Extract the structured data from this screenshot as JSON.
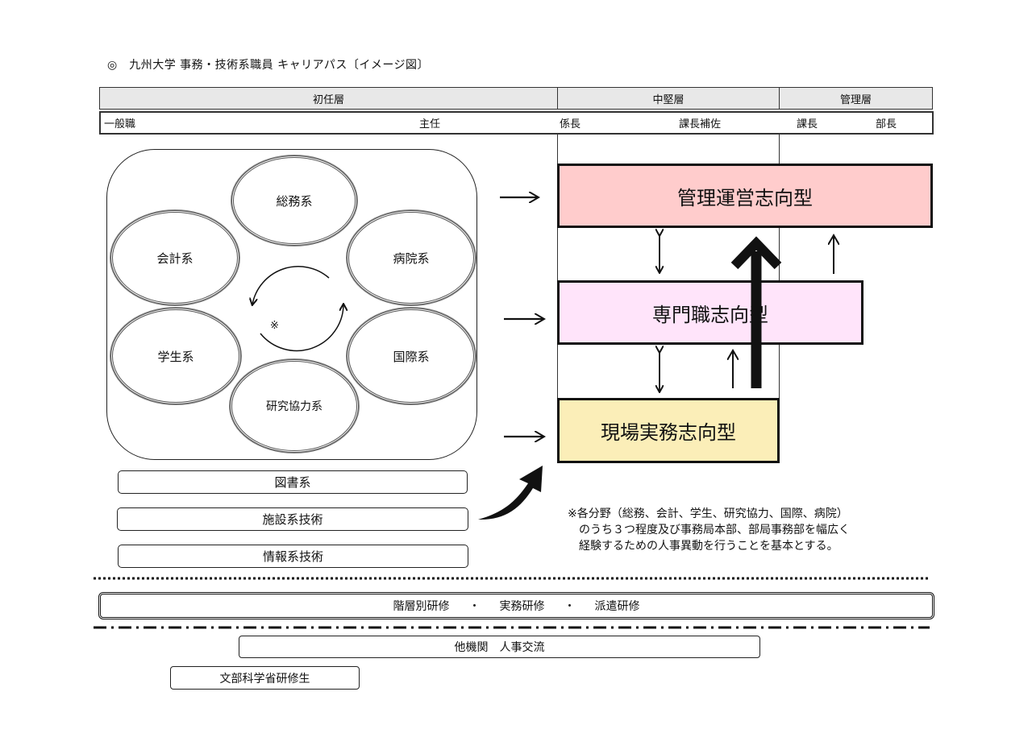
{
  "title": "◎　九州大学 事務・技術系職員 キャリアパス〔イメージ図〕",
  "levels": {
    "entry": "初任層",
    "middle": "中堅層",
    "management": "管理層"
  },
  "positions": [
    "一般職",
    "主任",
    "係長",
    "課長補佐",
    "課長",
    "部長"
  ],
  "fields": {
    "general_affairs": "総務系",
    "hospital": "病院系",
    "international": "国際系",
    "research": "研究協力系",
    "student": "学生系",
    "accounting": "会計系",
    "rotation_mark": "※"
  },
  "specialized_fields": [
    "図書系",
    "施設系技術",
    "情報系技術"
  ],
  "orientations": {
    "management": "管理運営志向型",
    "specialist": "専門職志向型",
    "field": "現場実務志向型"
  },
  "note": [
    "※各分野（総務、会計、学生、研究協力、国際、病院）",
    "　のうち３つ程度及び事務局本部、部局事務部を幅広く",
    "　経験するための人事異動を行うことを基本とする。"
  ],
  "training": [
    "階層別研修",
    "・",
    "実務研修",
    "・",
    "派遣研修"
  ],
  "exchange": "他機関　人事交流",
  "mext": "文部科学省研修生",
  "colors": {
    "management_fill": "#ffcccc",
    "specialist_fill": "#ffe4fa",
    "field_fill": "#fbeeb8",
    "level_header_fill": "#e8e8e8"
  }
}
